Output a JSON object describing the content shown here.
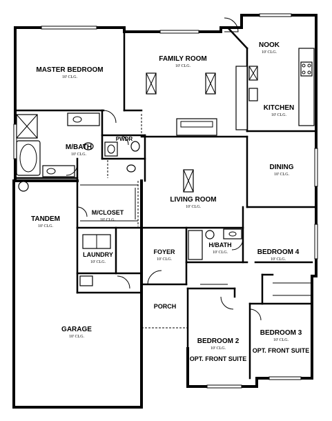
{
  "rooms": {
    "master_bedroom": {
      "name": "MASTER BEDROOM",
      "ceiling": "10' CLG."
    },
    "family_room": {
      "name": "FAMILY ROOM",
      "ceiling": "10' CLG."
    },
    "nook": {
      "name": "NOOK",
      "ceiling": "10' CLG."
    },
    "kitchen": {
      "name": "KITCHEN",
      "ceiling": "10' CLG."
    },
    "m_bath": {
      "name": "M/BATH",
      "ceiling": "10' CLG."
    },
    "pwdr": {
      "name": "PWDR"
    },
    "dining": {
      "name": "DINING",
      "ceiling": "10' CLG."
    },
    "living_room": {
      "name": "LIVING ROOM",
      "ceiling": "10' CLG."
    },
    "tandem": {
      "name": "TANDEM",
      "ceiling": "10' CLG."
    },
    "m_closet": {
      "name": "M/CLOSET",
      "ceiling": "10' CLG."
    },
    "foyer": {
      "name": "FOYER",
      "ceiling": "10' CLG."
    },
    "h_bath": {
      "name": "H/BATH",
      "ceiling": "10' CLG."
    },
    "bedroom_4": {
      "name": "BEDROOM 4",
      "ceiling": "10' CLG."
    },
    "laundry": {
      "name": "LAUNDRY",
      "ceiling": "10' CLG."
    },
    "porch": {
      "name": "PORCH"
    },
    "garage": {
      "name": "GARAGE",
      "ceiling": "10' CLG."
    },
    "bedroom_2": {
      "name": "BEDROOM 2",
      "ceiling": "10' CLG.",
      "note": "OPT. FRONT SUITE"
    },
    "bedroom_3": {
      "name": "BEDROOM 3",
      "ceiling": "10' CLG.",
      "note": "OPT. FRONT SUITE"
    }
  }
}
